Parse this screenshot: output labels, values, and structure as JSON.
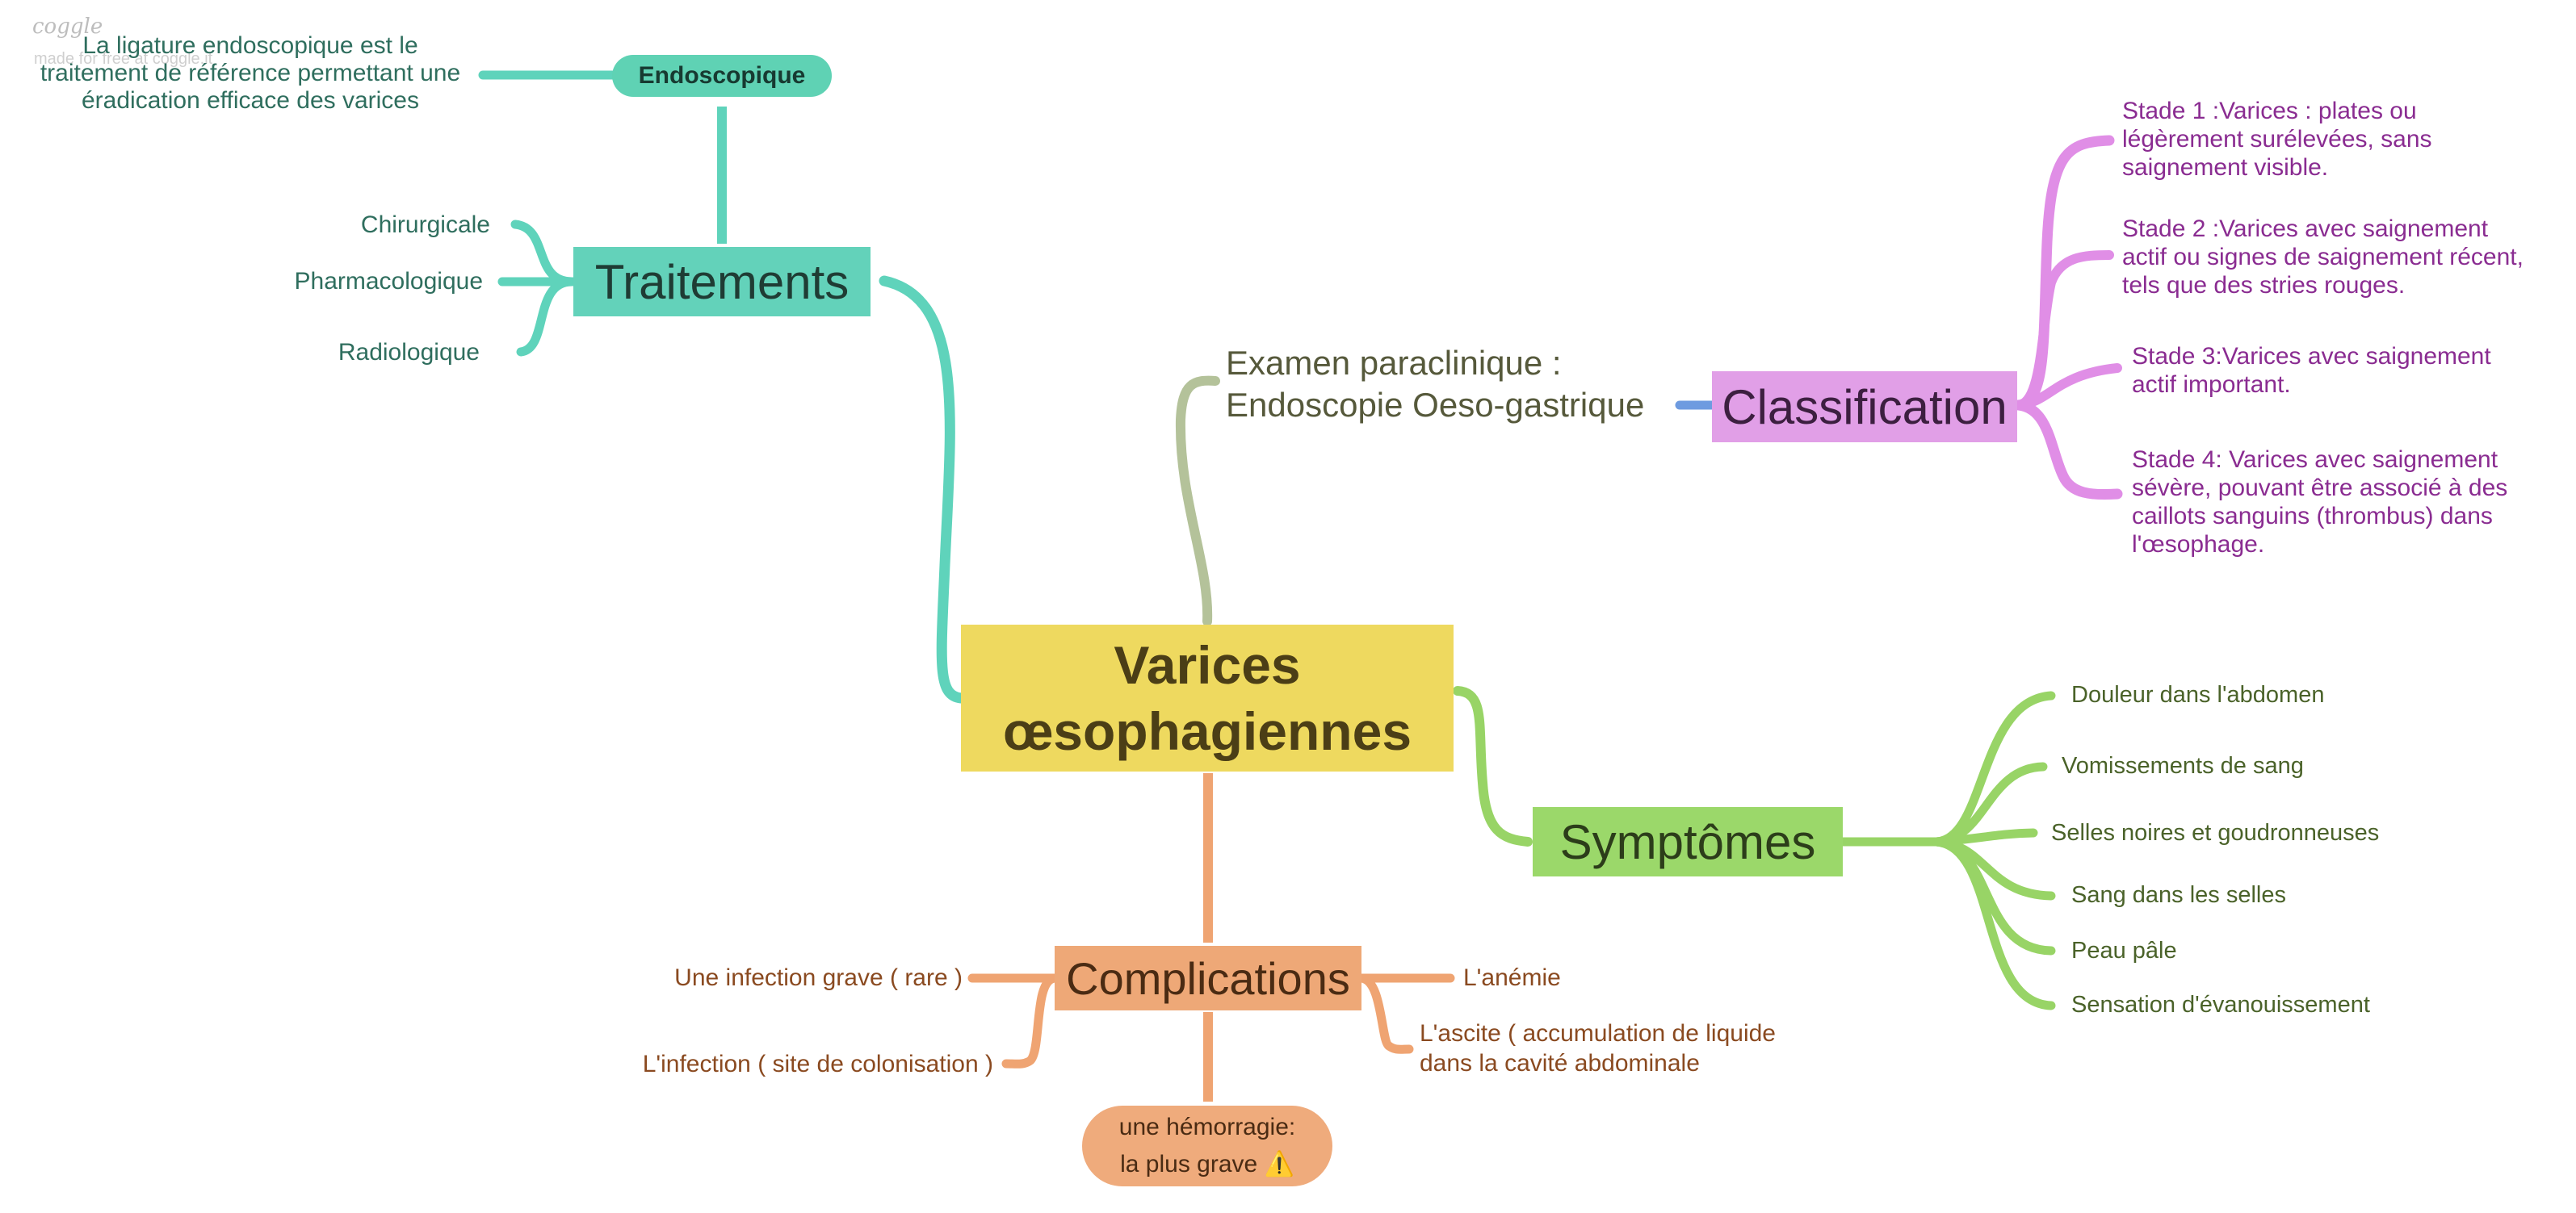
{
  "watermark": {
    "logo": "coggle",
    "subtitle": "made for free at coggle.it"
  },
  "center": {
    "line1": "Varices",
    "line2": "œsophagiennes"
  },
  "traitements": {
    "label": "Traitements",
    "branches": [
      "Chirurgicale",
      "Pharmacologique",
      "Radiologique"
    ],
    "endoscopique": {
      "label": "Endoscopique",
      "note": [
        "La ligature endoscopique est le",
        "traitement de référence permettant une",
        "éradication efficace des varices"
      ]
    }
  },
  "examen": {
    "line1": "Examen paraclinique :",
    "line2": "Endoscopie Oeso-gastrique"
  },
  "classification": {
    "label": "Classification",
    "stades": [
      {
        "lines": [
          "Stade 1 :Varices : plates ou",
          "légèrement surélevées, sans",
          "saignement visible."
        ]
      },
      {
        "lines": [
          "Stade 2 :Varices avec saignement",
          "actif ou signes de saignement récent,",
          "tels que des stries rouges."
        ]
      },
      {
        "lines": [
          "Stade 3:Varices avec saignement",
          "actif important."
        ]
      },
      {
        "lines": [
          "Stade 4: Varices avec saignement",
          "sévère, pouvant être associé à des",
          "caillots sanguins (thrombus) dans",
          "l'œsophage."
        ]
      }
    ]
  },
  "symptomes": {
    "label": "Symptômes",
    "items": [
      "Douleur dans l'abdomen",
      "Vomissements de sang",
      "Selles noires et goudronneuses",
      "Sang dans les selles",
      "Peau pâle",
      "Sensation d'évanouissement"
    ]
  },
  "complications": {
    "label": "Complications",
    "left": [
      "Une infection grave ( rare )",
      "L'infection ( site de colonisation )"
    ],
    "right": [
      "L'anémie"
    ],
    "ascite": [
      "L'ascite ( accumulation de liquide",
      "dans la cavité abdominale"
    ],
    "hemorragie": {
      "line1": "une hémorragie:",
      "line2": "la plus grave ⚠️"
    }
  },
  "colors": {
    "teal": "#5fd3bb",
    "purple": "#e08ee6",
    "green": "#98d466",
    "orange": "#efa472",
    "olive": "#b4c29a",
    "blue": "#6e9be0",
    "center": "#eed95f"
  }
}
